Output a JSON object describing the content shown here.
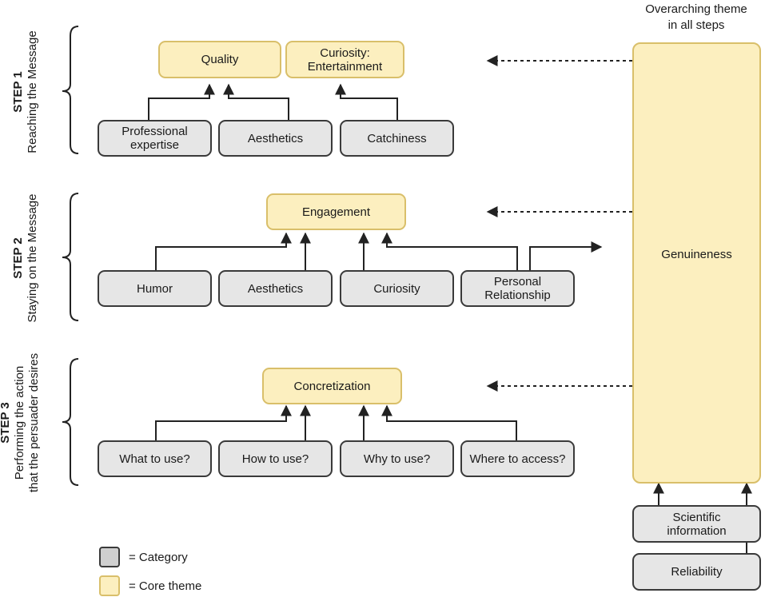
{
  "overarching_note": {
    "line1": "Overarching theme",
    "line2": "in all steps"
  },
  "steps": [
    {
      "number": "STEP 1",
      "line1": "Reaching the Message",
      "line2": ""
    },
    {
      "number": "STEP 2",
      "line1": "Staying on the Message",
      "line2": ""
    },
    {
      "number": "STEP 3",
      "line1": "Performing the action",
      "line2": "that the persuader desires"
    }
  ],
  "core": {
    "quality": "Quality",
    "curiosity_line1": "Curiosity:",
    "curiosity_line2": "Entertainment",
    "engagement": "Engagement",
    "concretization": "Concretization",
    "genuineness": "Genuineness"
  },
  "categories": {
    "s1": {
      "prof_line1": "Professional",
      "prof_line2": "expertise",
      "aesthetics": "Aesthetics",
      "catchiness": "Catchiness"
    },
    "s2": {
      "humor": "Humor",
      "aesthetics": "Aesthetics",
      "curiosity": "Curiosity",
      "personal_line1": "Personal",
      "personal_line2": "Relationship"
    },
    "s3": {
      "what": "What to use?",
      "how": "How to use?",
      "why": "Why to use?",
      "where": "Where to access?"
    },
    "right": {
      "sci_line1": "Scientific",
      "sci_line2": "information",
      "reliability": "Reliability"
    }
  },
  "legend": {
    "category": "= Category",
    "core": "= Core theme"
  },
  "colors": {
    "core_fill": "#fcefbf",
    "core_border": "#d9bf6a",
    "category_fill": "#e6e6e6",
    "category_border": "#3a3a3a"
  }
}
